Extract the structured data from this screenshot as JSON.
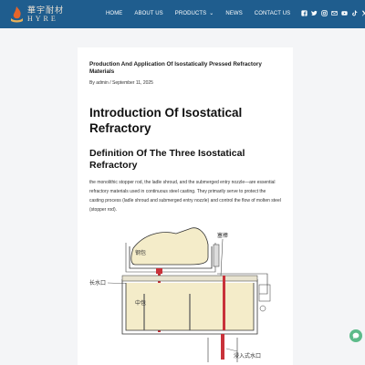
{
  "header": {
    "logo_cn": "華宇耐材",
    "logo_en": "HYRE",
    "nav": [
      {
        "label": "HOME"
      },
      {
        "label": "ABOUT US"
      },
      {
        "label": "PRODUCTS"
      },
      {
        "label": "NEWS"
      },
      {
        "label": "CONTACT US"
      }
    ],
    "social_icons": [
      "facebook-icon",
      "twitter-icon",
      "instagram-icon",
      "email-icon",
      "youtube-icon",
      "tiktok-icon",
      "x-icon"
    ]
  },
  "article": {
    "title": "Production And Application Of Isostatically Pressed Refractory Materials",
    "meta": "By admin / September 11, 2025",
    "h1": "Introduction Of Isostatical Refractory",
    "h2": "Definition Of The Three Isostatical Refractory",
    "paragraph": "the monolithic stopper rod, the ladle shroud, and the submerged entry nozzle—are essential refractory materials used in continuous steel casting. They primarily serve to protect the casting process (ladle shroud and submerged entry nozzle) and control the flow of molten steel (stopper rod).",
    "diagram_labels": {
      "ladle": "钢包",
      "stopper": "塞棒",
      "shroud": "长水口",
      "tundish": "中包",
      "sen": "浸入式水口"
    }
  },
  "colors": {
    "header_bg": "#1f5d8e",
    "page_bg": "#f4f5f7",
    "chat_bg": "#5dbb8a"
  }
}
